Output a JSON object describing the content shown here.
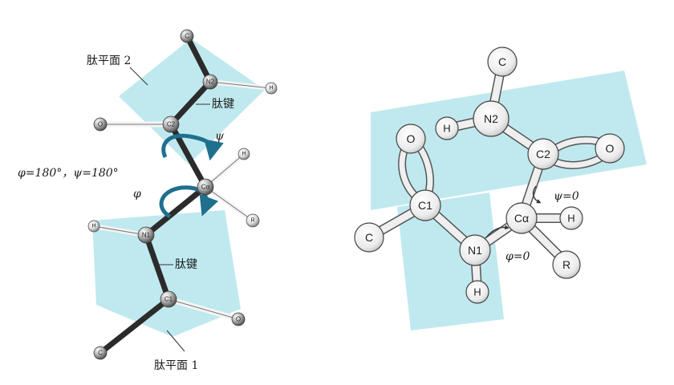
{
  "left": {
    "plane_top_label": "肽平面 2",
    "plane_bottom_label": "肽平面 1",
    "bond_label_upper": "肽键",
    "bond_label_lower": "肽键",
    "angle_values": "φ=180°，ψ=180°",
    "psi_symbol": "ψ",
    "phi_symbol": "φ",
    "atoms": {
      "c_top": "C",
      "n2": "N2",
      "h_n2": "H",
      "o_c2": "O",
      "c2": "C2",
      "h_ca": "H",
      "ca": "Cα",
      "r": "R",
      "h_n1": "H",
      "n1": "N1",
      "c1": "C1",
      "o_c1": "O",
      "c_bottom": "C"
    }
  },
  "right": {
    "psi_value": "ψ=0",
    "phi_value": "φ=0",
    "atoms": {
      "c_top": "C",
      "n2": "N2",
      "h_n2": "H",
      "c2": "C2",
      "o_c2": "O",
      "o_c1": "O",
      "c1": "C1",
      "c_left": "C",
      "ca": "Cα",
      "h_ca": "H",
      "n1": "N1",
      "r": "R",
      "h_n1": "H"
    }
  },
  "colors": {
    "plane": "#bfe9ee",
    "arrow": "#1f6f8f",
    "bond_dark": "#2b2b2b"
  }
}
